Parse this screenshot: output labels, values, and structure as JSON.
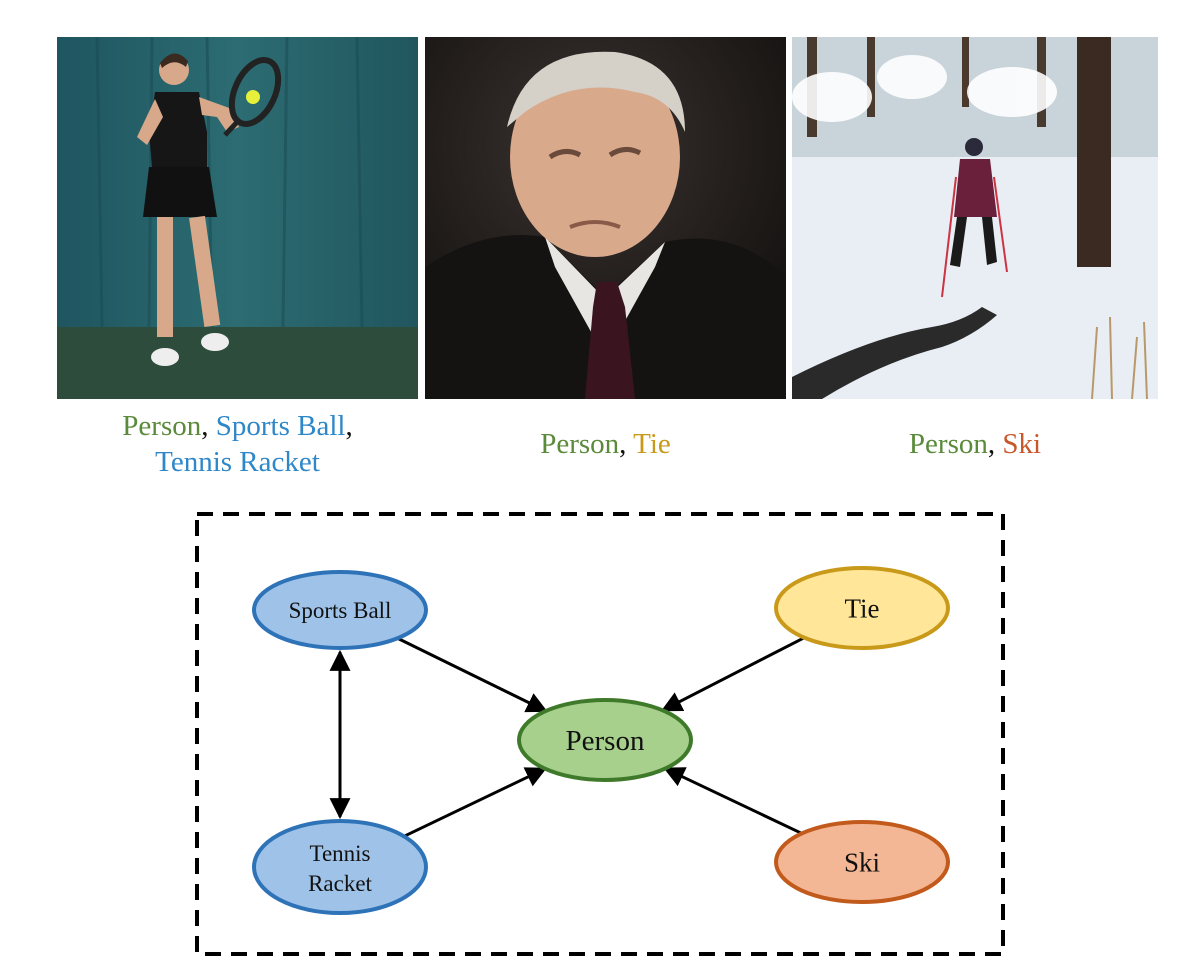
{
  "images": [
    {
      "labels": [
        {
          "text": "Person",
          "color": "#5a8a3a",
          "sep": ", "
        },
        {
          "text": "Sports Ball",
          "color": "#2e87c8",
          "sep": ","
        },
        {
          "text": "Tennis Racket",
          "color": "#2e87c8",
          "sep": ""
        }
      ]
    },
    {
      "labels": [
        {
          "text": "Person",
          "color": "#5a8a3a",
          "sep": ", "
        },
        {
          "text": "Tie",
          "color": "#c99a1a",
          "sep": ""
        }
      ]
    },
    {
      "labels": [
        {
          "text": "Person",
          "color": "#5a8a3a",
          "sep": ", "
        },
        {
          "text": "Ski",
          "color": "#c8572a",
          "sep": ""
        }
      ]
    }
  ],
  "graph": {
    "nodes": [
      {
        "id": "sports-ball",
        "label": "Sports Ball",
        "fill": "#9fc3e8",
        "stroke": "#2e73b8"
      },
      {
        "id": "tennis-racket",
        "label": "Tennis Racket",
        "fill": "#9fc3e8",
        "stroke": "#2e73b8"
      },
      {
        "id": "person",
        "label": "Person",
        "fill": "#a8d08d",
        "stroke": "#3f7a2a"
      },
      {
        "id": "tie",
        "label": "Tie",
        "fill": "#ffe699",
        "stroke": "#c99a1a"
      },
      {
        "id": "ski",
        "label": "Ski",
        "fill": "#f4b795",
        "stroke": "#c25a1c"
      }
    ],
    "edges": [
      {
        "from": "sports-ball",
        "to": "person",
        "bidirectional": false
      },
      {
        "from": "tennis-racket",
        "to": "person",
        "bidirectional": false
      },
      {
        "from": "tie",
        "to": "person",
        "bidirectional": false
      },
      {
        "from": "ski",
        "to": "person",
        "bidirectional": false
      },
      {
        "from": "sports-ball",
        "to": "tennis-racket",
        "bidirectional": true
      }
    ]
  }
}
